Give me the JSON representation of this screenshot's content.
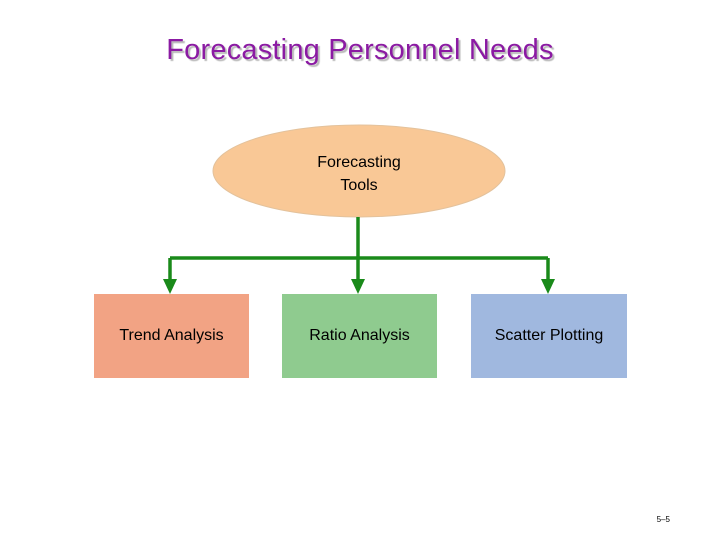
{
  "slide": {
    "title": "Forecasting Personnel Needs",
    "root": {
      "label_line1": "Forecasting",
      "label_line2": "Tools",
      "fill": "#f9c896"
    },
    "children": [
      {
        "label": "Trend Analysis",
        "fill": "#f2a384"
      },
      {
        "label": "Ratio Analysis",
        "fill": "#8fcb8f"
      },
      {
        "label": "Scatter Plotting",
        "fill": "#a0b8df"
      }
    ],
    "connector_color": "#1a8a1a",
    "title_color": "#8b1aa3",
    "page_number": "5–5"
  }
}
